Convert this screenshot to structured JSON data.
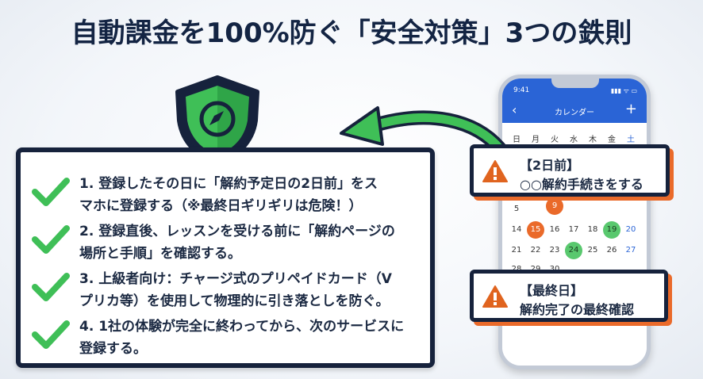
{
  "title": "自動課金を100%防ぐ「安全対策」3つの鉄則",
  "checklist": [
    {
      "line1": "1. 登録したその日に「解約予定日の2日前」をス",
      "line2": "マホに登録する（※最終日ギリギリは危険！）"
    },
    {
      "line1": "2. 登録直後、レッスンを受ける前に「解約ページの",
      "line2": "場所と手順」を確認する。"
    },
    {
      "line1": "3. 上級者向け：チャージ式のプリペイドカード（V",
      "line2": "プリカ等）を使用して物理的に引き落としを防ぐ。"
    },
    {
      "line1": "4. 1社の体験が完全に終わってから、次のサービスに",
      "line2": "登録する。"
    }
  ],
  "phone": {
    "time": "9:41",
    "status": "▮▮▮ ᯤ ▭",
    "back": "‹",
    "calendar_title": "カレンダー",
    "add": "+",
    "weekdays": [
      "日",
      "月",
      "火",
      "水",
      "木",
      "金",
      "土"
    ],
    "row_a": [
      "5",
      "9"
    ],
    "row_b": [
      "14",
      "15",
      "16",
      "17",
      "18",
      "19",
      "20"
    ],
    "row_c": [
      "21",
      "22",
      "23",
      "24",
      "25",
      "26",
      "27"
    ],
    "row_d": [
      "28",
      "29",
      "30"
    ],
    "highlight_colors": {
      "orange": "#ea6a2a",
      "green": "#59c86e",
      "header": "#2a64d6"
    }
  },
  "callout_top": {
    "line1": "【2日前】",
    "line2": "○○解約手続きをする"
  },
  "callout_bottom": {
    "line1": "【最終日】",
    "line2": "解約完了の最終確認"
  },
  "colors": {
    "navy": "#16223c",
    "green": "#3fbf57",
    "orange": "#ea6a2a",
    "warning": "#e0641f"
  },
  "icons": [
    "shield-compass-icon",
    "checkmark-icon",
    "warning-icon",
    "arrow-icon"
  ]
}
